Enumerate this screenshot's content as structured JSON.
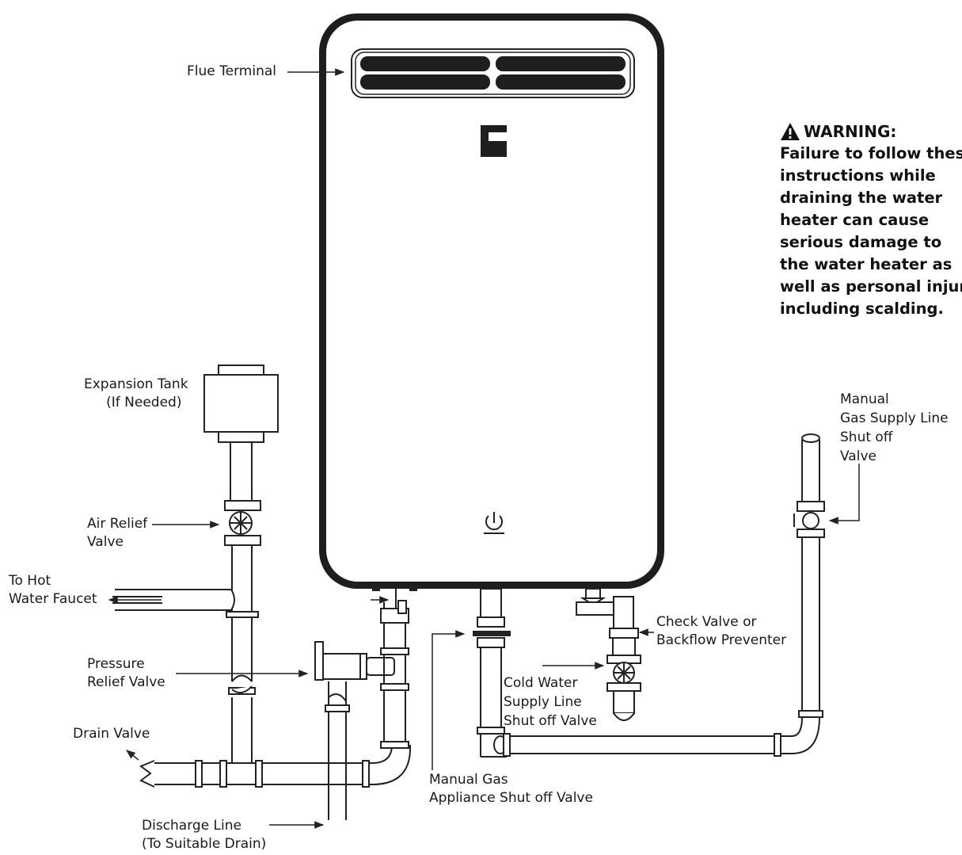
{
  "labels": {
    "flue_terminal": "Flue Terminal",
    "expansion_tank": [
      "Expansion Tank",
      "(If Needed)"
    ],
    "air_relief_valve": [
      "Air Relief",
      "Valve"
    ],
    "to_hot_water_faucet": [
      "To Hot",
      "Water Faucet"
    ],
    "pressure_relief_valve": [
      "Pressure",
      "Relief Valve"
    ],
    "drain_valve": "Drain Valve",
    "discharge_line": [
      "Discharge Line",
      "(To Suitable Drain)"
    ],
    "manual_gas_appliance_shutoff": [
      "Manual Gas",
      "Appliance Shut off Valve"
    ],
    "cold_water_supply_shutoff": [
      "Cold Water",
      "Supply Line",
      "Shut off Valve"
    ],
    "check_valve": [
      "Check Valve or",
      "Backflow Preventer"
    ],
    "manual_gas_supply_shutoff": [
      "Manual",
      "Gas Supply Line",
      "Shut off",
      "Valve"
    ]
  },
  "warning": {
    "title": "WARNING:",
    "lines": [
      "Failure to follow thes",
      "instructions while",
      "draining the water",
      "heater can cause",
      "serious damage to",
      "the water heater as",
      "well as personal injur",
      "including scalding."
    ]
  },
  "heater": {
    "logo_icon": "brand-logo-icon",
    "power_icon": "power-icon"
  },
  "colors": {
    "heater_body": "#1e1e1e",
    "line": "#222222",
    "paper": "#ffffff"
  }
}
